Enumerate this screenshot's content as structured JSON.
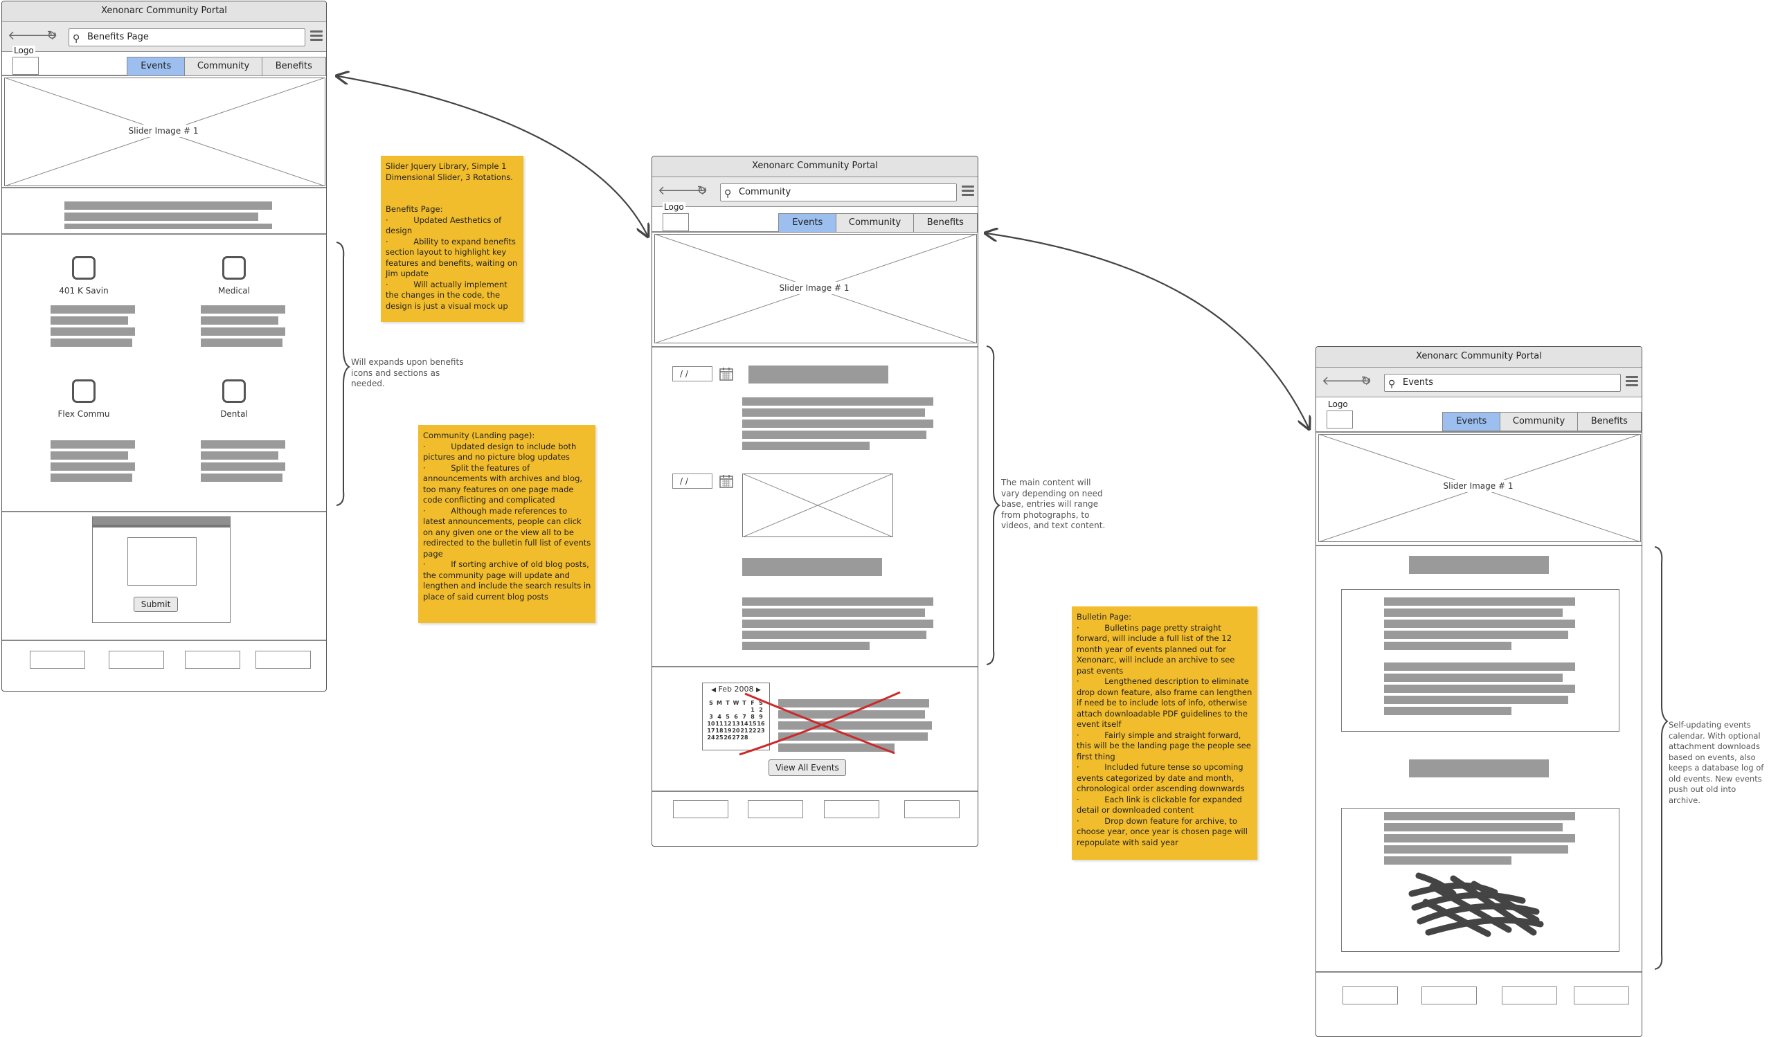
{
  "wireframes": {
    "benefits": {
      "title": "Xenonarc Community Portal",
      "url": "Benefits Page",
      "logo": "Logo",
      "tabs": [
        "Events",
        "Community",
        "Benefits"
      ],
      "active_tab": "Events",
      "slider_label": "Slider Image # 1",
      "icons": [
        "401 K Savin",
        "Medical",
        "Flex Commu",
        "Dental"
      ],
      "submit": "Submit"
    },
    "community": {
      "title": "Xenonarc Community Portal",
      "url": "Community",
      "logo": "Logo",
      "tabs": [
        "Events",
        "Community",
        "Benefits"
      ],
      "active_tab": "Events",
      "slider_label": "Slider Image # 1",
      "date_placeholder": "/  /",
      "calendar": {
        "month": "Feb 2008",
        "weekdays": [
          "S",
          "M",
          "T",
          "W",
          "T",
          "F",
          "S"
        ],
        "days": [
          "",
          "",
          "",
          "",
          "",
          "1",
          "2",
          "3",
          "4",
          "5",
          "6",
          "7",
          "8",
          "9",
          "10",
          "11",
          "12",
          "13",
          "14",
          "15",
          "16",
          "17",
          "18",
          "19",
          "20",
          "21",
          "22",
          "23",
          "24",
          "25",
          "26",
          "27",
          "28",
          "",
          ""
        ]
      },
      "view_all": "View All Events"
    },
    "events": {
      "title": "Xenonarc Community Portal",
      "url": "Events",
      "logo": "Logo",
      "tabs": [
        "Events",
        "Community",
        "Benefits"
      ],
      "active_tab": "Events",
      "slider_label": "Slider Image # 1"
    }
  },
  "notes": {
    "slider": "Slider Jquery Library, Simple 1 Dimensional Slider, 3 Rotations.\n\n\nBenefits Page:\n·          Updated Aesthetics of design\n·          Ability to expand benefits section layout to highlight key features and benefits, waiting on Jim update\n·          Will actually implement the changes in the code, the design is just a visual mock up",
    "community": "Community (Landing page):\n·          Updated design to include both pictures and no picture blog updates\n·          Split the features of announcements with archives and blog, too many features on one page made code conflicting and complicated\n·          Although made references to latest announcements, people can click on any given one or the view all to be redirected to the bulletin full list of events page\n·          If sorting archive of old blog posts, the community page will update and lengthen and include the search results in place of said current blog posts",
    "bulletin": "Bulletin Page:\n·          Bulletins page pretty straight forward, will include a full list of the 12 month year of events planned out for Xenonarc, will include an archive to see past events\n·          Lengthened description to eliminate drop down feature, also frame can lengthen if need be to include lots of info, otherwise attach downloadable PDF guidelines to the event itself\n·          Fairly simple and straight forward, this will be the landing page the people see first thing\n·          Included future tense so upcoming events categorized by date and month, chronological order ascending downwards\n·          Each link is clickable for expanded detail or downloaded content\n·          Drop down feature for archive, to choose year, once year is chosen page will repopulate with said year",
    "benefits_expand": "Will expands upon benefits\nicons and sections as\nneeded.",
    "main_content": "The main content will\nvary depending on need\nbase, entries will range\nfrom photographs, to\nvideos, and text content.",
    "events_calendar": "Self-updating events\ncalendar. With optional\nattachment downloads\nbased on events, also\nkeeps a database log of\nold events. New events\npush out old into archive."
  },
  "colors": {
    "active_tab": "#9cbff0",
    "sticky": "#f2bd2c",
    "placeholder_bar": "#9a9a9a",
    "cross_out": "#cc2a2a"
  }
}
